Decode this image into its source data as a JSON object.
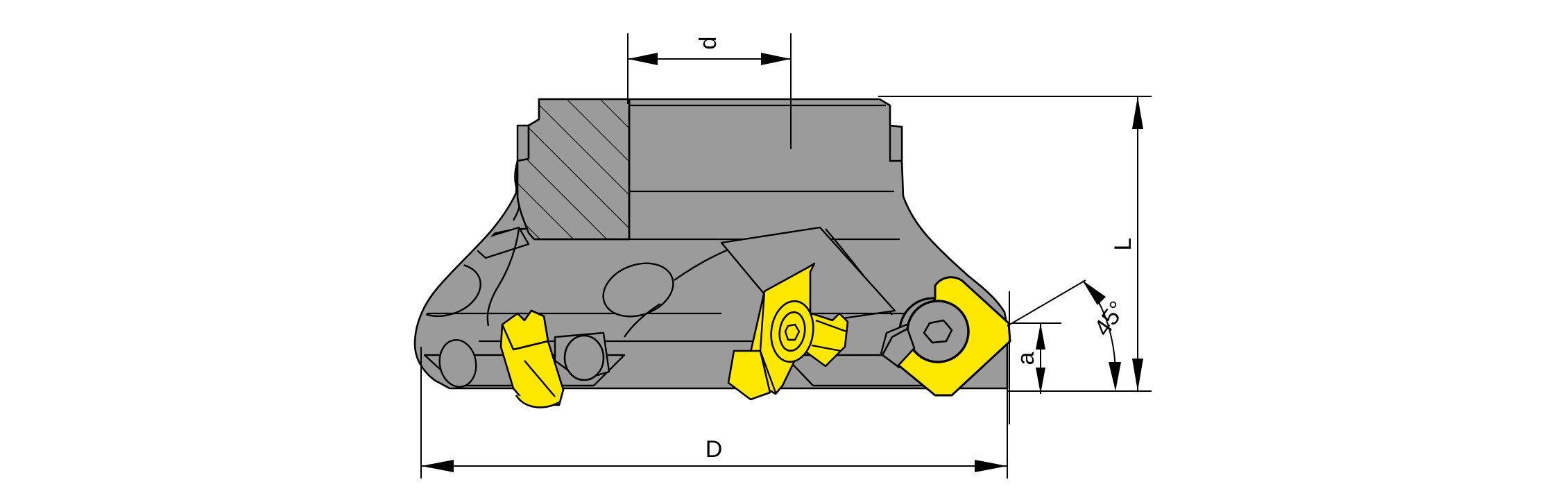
{
  "drawing": {
    "title": "Face milling cutter technical drawing",
    "type": "engineering-section-drawing",
    "background_color": "#ffffff",
    "line_color": "#000000",
    "body_color": "#9b9b9b",
    "insert_color": "#ffe800",
    "hatch_color": "#000000"
  },
  "dimensions": {
    "bore_diameter": {
      "label": "d",
      "orientation": "horizontal",
      "position": "top"
    },
    "overall_length": {
      "label": "L",
      "orientation": "vertical-rotated",
      "position": "right"
    },
    "cutter_diameter": {
      "label": "D",
      "orientation": "horizontal",
      "position": "bottom"
    },
    "insert_height": {
      "label": "a",
      "orientation": "vertical-rotated",
      "position": "right-inner"
    },
    "lead_angle": {
      "label": "45°",
      "orientation": "angular",
      "position": "right"
    }
  },
  "components": {
    "body": "cutter-body",
    "bore": "mounting-bore",
    "section_hatch": "section-hatching",
    "inserts": [
      {
        "name": "insert-left",
        "color": "#ffe800"
      },
      {
        "name": "insert-center",
        "color": "#ffe800"
      },
      {
        "name": "insert-right",
        "color": "#ffe800"
      }
    ],
    "screws": [
      {
        "name": "screw-center"
      },
      {
        "name": "screw-right"
      }
    ]
  }
}
